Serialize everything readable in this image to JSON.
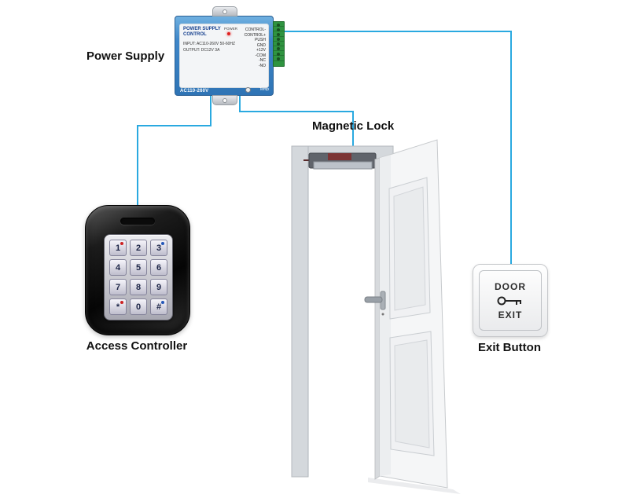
{
  "colors": {
    "wire": "#2aa9e0",
    "psu_body": "#3f87c9",
    "terminal_block": "#2f9440",
    "led": "#e02020"
  },
  "labels": {
    "power_supply": "Power Supply",
    "magnetic_lock": "Magnetic Lock",
    "access_controller": "Access Controller",
    "exit_button": "Exit Button"
  },
  "psu": {
    "title": "POWER SUPPLY CONTROL",
    "input_line": "INPUT: AC110-260V 50-60HZ",
    "output_line": "OUTPUT: DC12V 3A",
    "power_label": "POWER",
    "voltage_label": "AC110-260V",
    "temp_label": "Temp",
    "terminals": [
      "CONTROL-",
      "CONTROL+",
      "PUSH",
      "GND",
      "+12V",
      "-COM",
      "-NC",
      "-NO"
    ]
  },
  "keypad": {
    "keys": [
      {
        "label": "1",
        "accent": "#cc2222"
      },
      {
        "label": "2"
      },
      {
        "label": "3",
        "accent": "#2457b8"
      },
      {
        "label": "4"
      },
      {
        "label": "5"
      },
      {
        "label": "6"
      },
      {
        "label": "7"
      },
      {
        "label": "8"
      },
      {
        "label": "9"
      },
      {
        "label": "*",
        "accent": "#cc2222"
      },
      {
        "label": "0"
      },
      {
        "label": "#",
        "accent": "#2457b8"
      }
    ]
  },
  "exit": {
    "top_label": "DOOR",
    "bottom_label": "EXIT"
  }
}
